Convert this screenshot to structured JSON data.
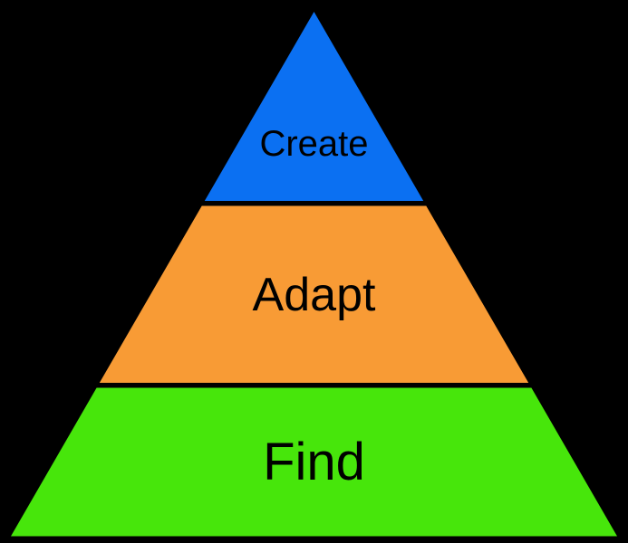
{
  "diagram": {
    "background_color": "#000000",
    "text_color": "#000000",
    "levels": [
      {
        "position": "top",
        "label": "Create",
        "color": "#0B70F2"
      },
      {
        "position": "middle",
        "label": "Adapt",
        "color": "#F89B35"
      },
      {
        "position": "bottom",
        "label": "Find",
        "color": "#47E60B"
      }
    ]
  }
}
